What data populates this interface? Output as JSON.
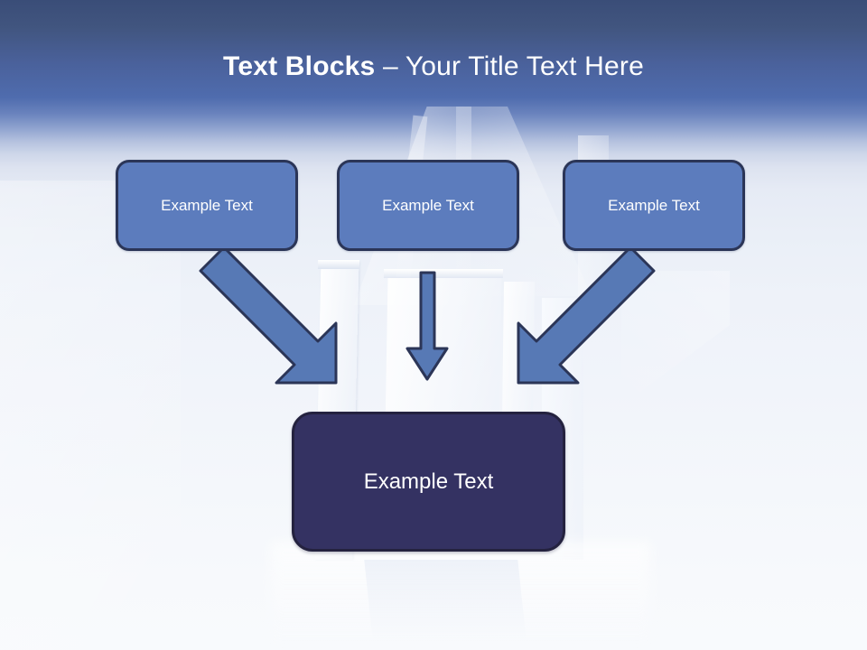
{
  "slide": {
    "title": {
      "bold_part": "Text Blocks ",
      "dash": "– ",
      "regular_part": "Your Title Text Here"
    },
    "top_boxes": [
      {
        "label": "Example Text"
      },
      {
        "label": "Example Text"
      },
      {
        "label": "Example Text"
      }
    ],
    "bottom_box": {
      "label": "Example Text"
    },
    "arrows": [
      {
        "name": "arrow-left-diagonal",
        "direction": "down-right"
      },
      {
        "name": "arrow-center-vertical",
        "direction": "down"
      },
      {
        "name": "arrow-right-diagonal",
        "direction": "down-left"
      }
    ],
    "colors": {
      "header_top": "#3a4d78",
      "header_bottom": "#4f6cae",
      "body_background": "#eef2f9",
      "box_fill": "#5c7cbd",
      "box_border": "#2b3557",
      "emphasis_fill": "#343262",
      "emphasis_border": "#24223f",
      "arrow_fill": "#5779b5",
      "arrow_border": "#2b3557",
      "title_text": "#ffffff",
      "box_text": "#ffffff"
    }
  }
}
